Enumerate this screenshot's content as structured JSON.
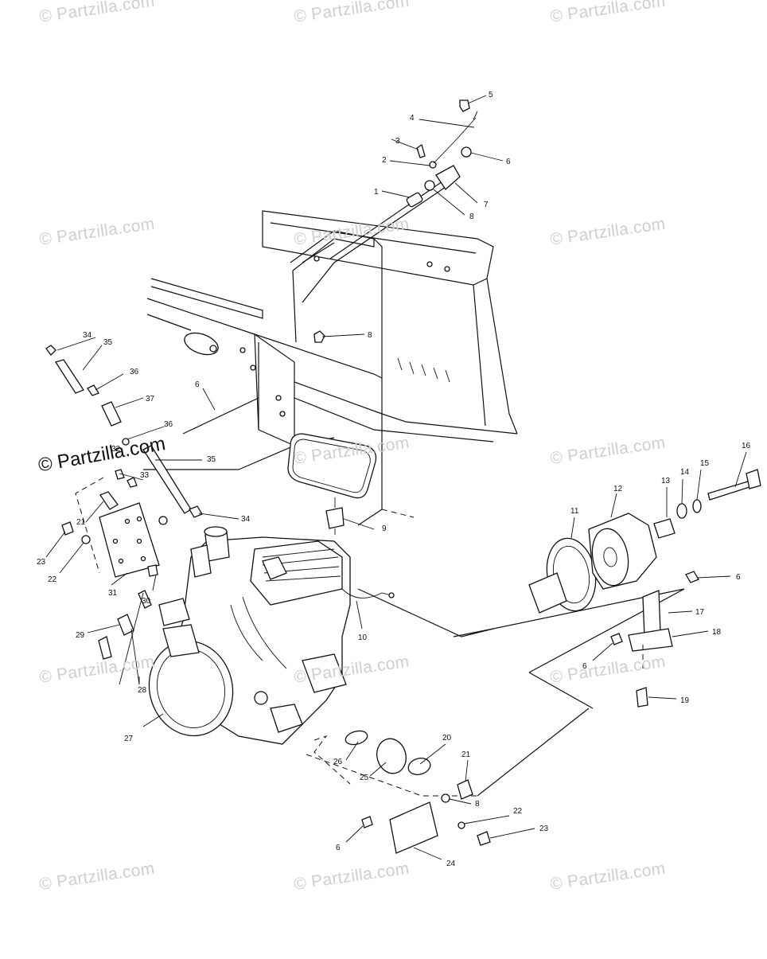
{
  "watermark": {
    "text": "© Partzilla.com"
  },
  "callouts": {
    "c1": "1",
    "c2": "2",
    "c3": "3",
    "c4": "4",
    "c5": "5",
    "c6a": "6",
    "c7": "7",
    "c8a": "8",
    "c8b": "8",
    "c6b": "6",
    "c34a": "34",
    "c35a": "35",
    "c36a": "36",
    "c37": "37",
    "c36b": "36",
    "c32": "32",
    "c33": "33",
    "c35b": "35",
    "c34b": "34",
    "c21a": "21",
    "c23a": "23",
    "c22a": "22",
    "c31": "31",
    "c30": "30",
    "c29": "29",
    "c28": "28",
    "c27": "27",
    "c9": "9",
    "c10": "10",
    "c11": "11",
    "c12": "12",
    "c13": "13",
    "c14": "14",
    "c15": "15",
    "c16": "16",
    "c6c": "6",
    "c17": "17",
    "c18": "18",
    "c6d": "6",
    "c19": "19",
    "c20": "20",
    "c21b": "21",
    "c26": "26",
    "c25": "25",
    "c8c": "8",
    "c22b": "22",
    "c23b": "23",
    "c6e": "6",
    "c24": "24"
  }
}
